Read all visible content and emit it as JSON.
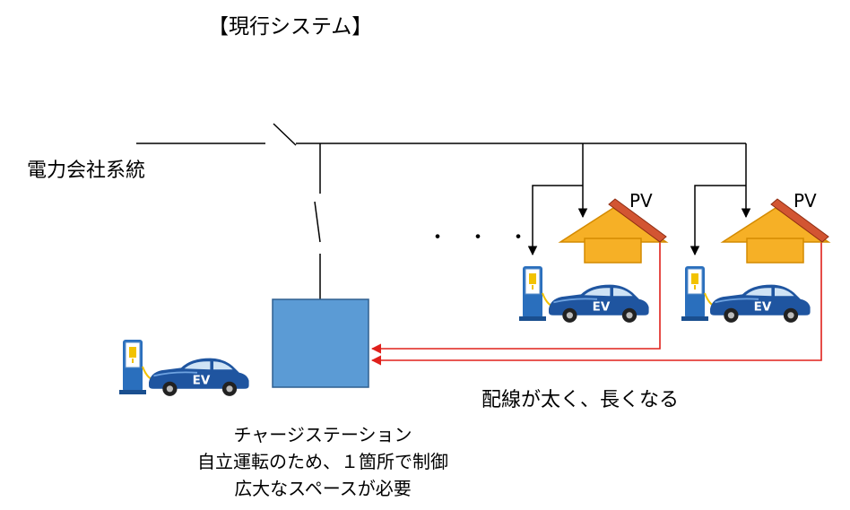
{
  "title": "【現行システム】",
  "grid_label": "電力会社系統",
  "houses": [
    {
      "pv_label": "PV"
    },
    {
      "pv_label": "PV"
    }
  ],
  "ev_label": "EV",
  "ellipsis": "・ ・ ・",
  "wiring_note": "配線が太く、長くなる",
  "station_caption": [
    "チャージステーション",
    "自立運転のため、１箇所で制御",
    "広大なスペースが必要"
  ],
  "colors": {
    "roof": "#f6b026",
    "roof_edge": "#d48a00",
    "panel": "#d25532",
    "station_box": "#5b9bd5",
    "station_border": "#2f5f8f",
    "red_wire": "#e0201b",
    "car_body": "#1f55a0",
    "charger_body": "#2a6fbd"
  }
}
